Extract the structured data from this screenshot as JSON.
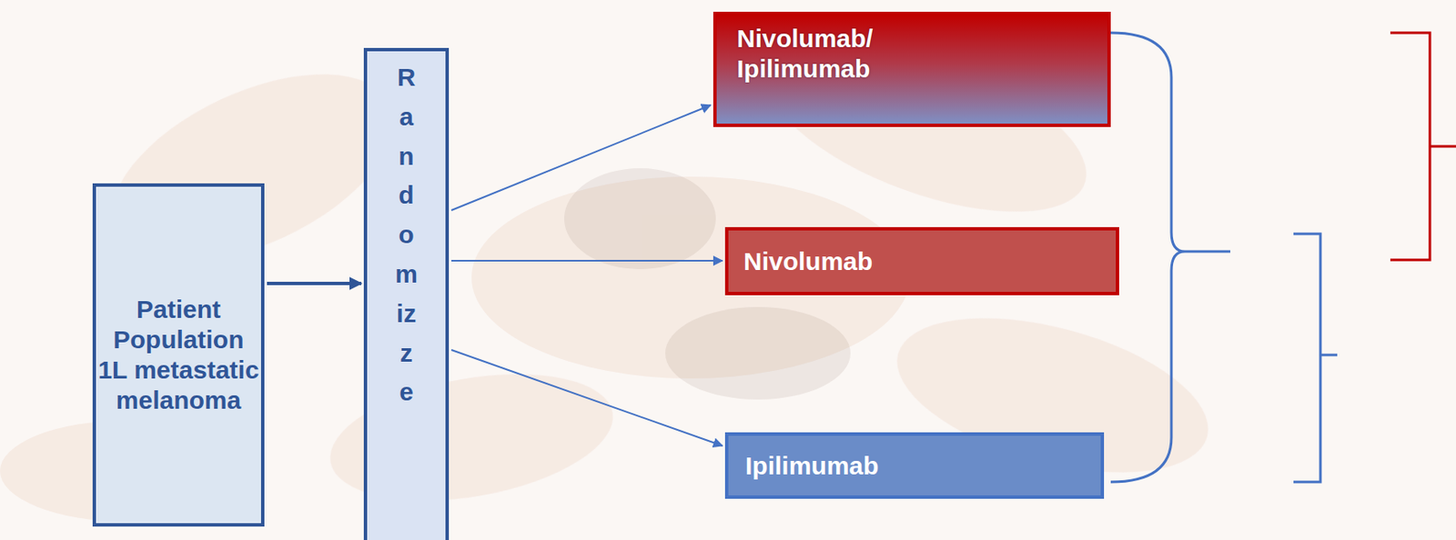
{
  "diagram": {
    "nodes": [
      {
        "text": [
          "Patient Population 1L metastatic melanoma"
        ]
      },
      {
        "text": [
          "Randomizze"
        ]
      },
      {
        "text": [
          "Nivolumab/ Ipilimumab"
        ]
      },
      {
        "text": [
          "Nivolumab"
        ]
      },
      {
        "text": [
          "Ipilimumab"
        ]
      }
    ],
    "edges": [
      {
        "from": 0,
        "to": 1,
        "arrow": "to"
      },
      {
        "from": 1,
        "to": 2,
        "arrow": "to"
      },
      {
        "from": 1,
        "to": 3,
        "arrow": "to"
      },
      {
        "from": 1,
        "to": 4,
        "arrow": "to"
      }
    ]
  }
}
